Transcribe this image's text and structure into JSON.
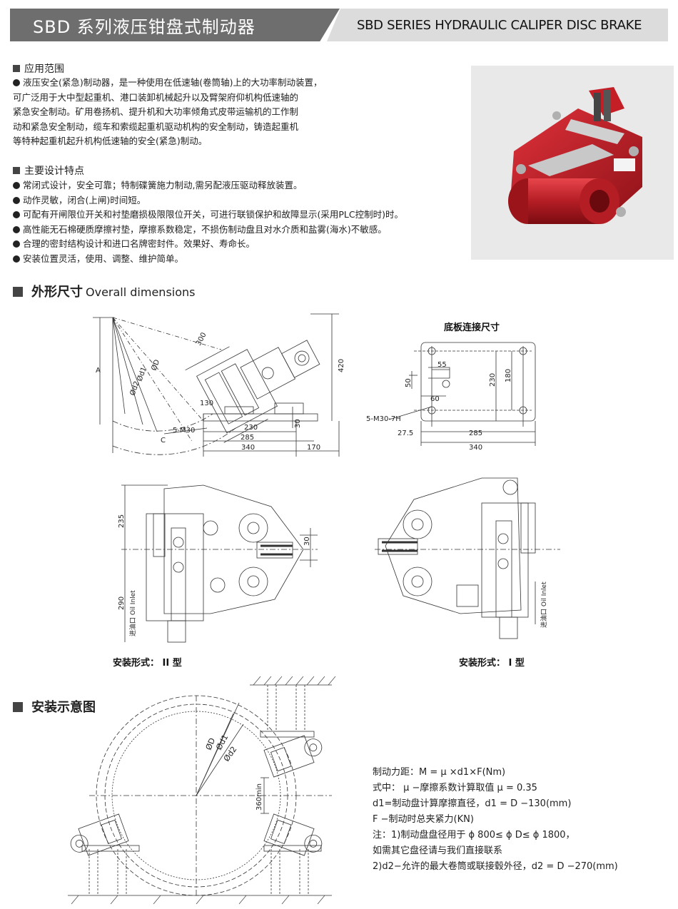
{
  "header": {
    "title_cn": "SBD 系列液压钳盘式制动器",
    "title_en": "SBD SERIES HYDRAULIC CALIPER DISC BRAKE"
  },
  "application": {
    "heading": "应用范围",
    "lines": [
      "液压安全(紧急)制动器，是一种使用在低速轴(卷筒轴)上的大功率制动装置，",
      "可广泛用于大中型起重机、港口装卸机械起升以及臂架府仰机构低速轴的",
      "紧急安全制动。矿用卷扬机、提升机和大功率倾角式皮带运输机的工作制",
      "动和紧急安全制动，缆车和索缆起重机驱动机构的安全制动，铸造起重机",
      "等特种起重机起升机构低速轴的安全(紧急)制动。"
    ]
  },
  "features": {
    "heading": "主要设计特点",
    "items": [
      "常闭式设计，安全可靠；特制碟簧施力制动,需另配液压驱动释放装置。",
      "动作灵敏，闭合(上闸)时间短。",
      "可配有开闸限位开关和衬垫磨损极限限位开关，可进行联锁保护和故障显示(采用PLC控制时)时。",
      "高性能无石棉硬质摩擦衬垫，摩擦系数稳定，不损伤制动盘且对水介质和盐雾(海水)不敏感。",
      "合理的密封结构设计和进口名牌密封件。效果好、寿命长。",
      "安装位置灵活，使用、调整、维护简单。"
    ]
  },
  "dimensions": {
    "heading_cn": "外形尺寸",
    "heading_en": "Overall dimensions",
    "base_title": "底板连接尺寸",
    "side_labels": {
      "A": "A",
      "C": "C",
      "D": "ØD",
      "d1": "Ød1",
      "d2": "Ød2",
      "h300": "300",
      "h420": "420",
      "w130": "130",
      "w30": "30",
      "w230": "230",
      "w285": "285",
      "w340": "340",
      "w170": "170",
      "bolt": "5-M30"
    },
    "base_labels": {
      "w55": "55",
      "h50": "50",
      "w60": "60",
      "h230": "230",
      "h180": "180",
      "bolt": "5-M30-7H",
      "w27": "27.5",
      "w285": "285",
      "w340": "340"
    },
    "mount_labels": {
      "h235": "235",
      "h290": "290",
      "h30": "30",
      "oil_inlet": "进油口 Oil Inlet"
    },
    "caption_type2": "安装形式：  II 型",
    "caption_type1": "安装形式：  I 型"
  },
  "installation": {
    "heading": "安装示意图",
    "labels": {
      "D": "ØD",
      "d1": "Ød1",
      "d2": "Ød2",
      "min": "360min"
    },
    "formula_lines": [
      "制动力距：M = μ ×d1×F(Nm)",
      "式中：  μ −摩擦系数计算取值 μ = 0.35",
      "           d1=制动盘计算摩擦直径，d1 = D −130(mm)",
      "           F −制动时总夹紧力(KN)",
      "注：1)制动盘盘径用于 ϕ 800≤ ϕ D≤ ϕ 1800，",
      "         如需其它盘径请与我们直接联系",
      "      2)d2−允许的最大卷筒或联接毂外径，d2 = D −270(mm)"
    ]
  },
  "colors": {
    "header_dark": "#6e6e6e",
    "header_light": "#dcdcdc",
    "brake_red": "#c8202a"
  }
}
